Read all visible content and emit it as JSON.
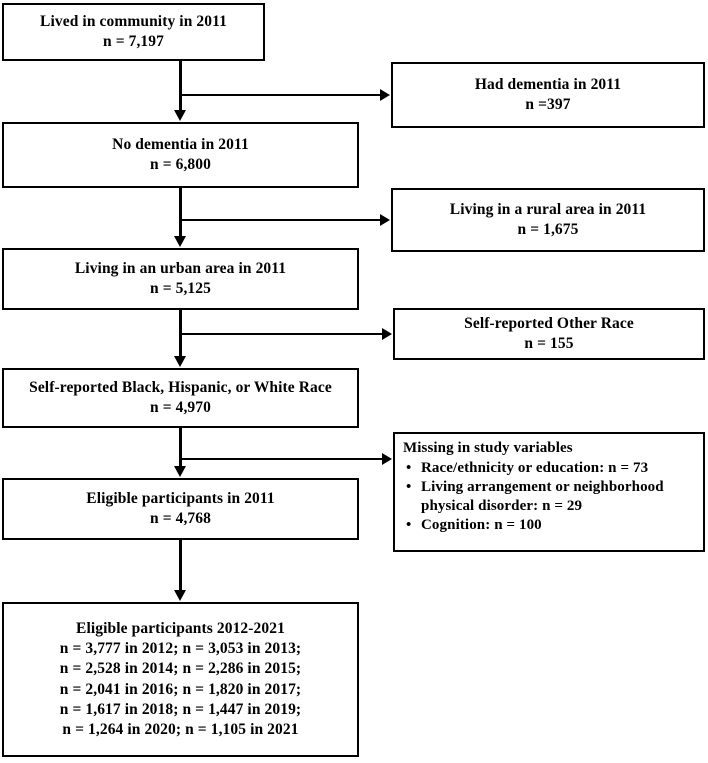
{
  "figure": {
    "type": "flowchart",
    "orientation": "top-to-bottom with right-side exclusion branches"
  },
  "nodes": {
    "lived_in_community": {
      "line1": "Lived in community in 2011",
      "line2": "n = 7,197"
    },
    "had_dementia": {
      "line1": "Had dementia in 2011",
      "line2": "n =397"
    },
    "no_dementia": {
      "line1": "No dementia in 2011",
      "line2": "n = 6,800"
    },
    "rural_area": {
      "line1": "Living in a rural area in 2011",
      "line2": "n = 1,675"
    },
    "urban_area": {
      "line1": "Living in an urban area in 2011",
      "line2": "n = 5,125"
    },
    "other_race": {
      "line1": "Self-reported Other Race",
      "line2": "n = 155"
    },
    "black_hispanic_white": {
      "line1": "Self-reported Black, Hispanic, or White Race",
      "line2": "n = 4,970"
    },
    "missing_variables": {
      "title": "Missing in study variables",
      "bullet_glyph": "•",
      "items": [
        "Race/ethnicity or education: n = 73",
        "Living arrangement or neighborhood physical disorder: n = 29",
        "Cognition: n = 100"
      ]
    },
    "eligible_2011": {
      "line1": "Eligible  participants in 2011",
      "line2": "n = 4,768"
    },
    "eligible_2012_2021": {
      "title": "Eligible  participants 2012-2021",
      "lines": [
        "n = 3,777  in 2012;  n = 3,053  in 2013;",
        "n = 2,528  in 2014;  n = 2,286  in 2015;",
        "n = 2,041  in 2016;  n = 1,820  in 2017;",
        "n = 1,617  in 2018;  n = 1,447  in 2019;",
        "n = 1,264  in 2020;  n = 1,105  in 2021"
      ]
    }
  },
  "colors": {
    "stroke": "#000000",
    "fill": "#ffffff",
    "text": "#000000"
  }
}
